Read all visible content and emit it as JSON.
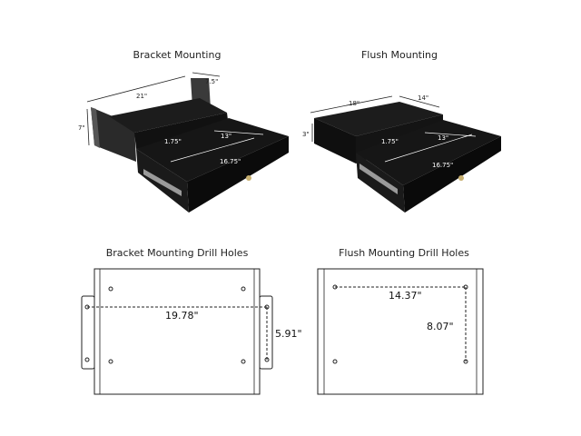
{
  "titles": {
    "bracket": "Bracket Mounting",
    "flush": "Flush Mounting",
    "bracket_holes": "Bracket Mounting Drill Holes",
    "flush_holes": "Flush Mounting Drill Holes"
  },
  "bracket_dims": {
    "width": "21\"",
    "depth": "7.5\"",
    "height": "7\"",
    "drawer_height": "1.75\"",
    "drawer_width": "13\"",
    "drawer_depth": "16.75\""
  },
  "flush_dims": {
    "width": "18\"",
    "depth": "14\"",
    "height": "3\"",
    "drawer_height": "1.75\"",
    "drawer_width": "13\"",
    "drawer_depth": "16.75\""
  },
  "bracket_holes_dims": {
    "horizontal": "19.78\"",
    "vertical": "5.91\""
  },
  "flush_holes_dims": {
    "horizontal": "14.37\"",
    "vertical": "8.07\""
  }
}
